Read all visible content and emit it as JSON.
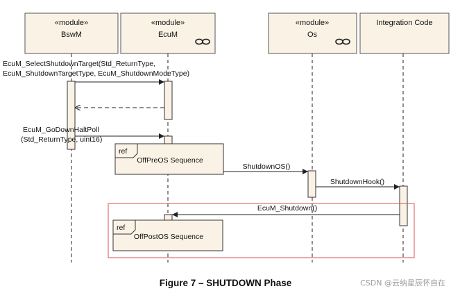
{
  "participants": [
    {
      "stereotype": "«module»",
      "name": "BswM",
      "component_icon": false
    },
    {
      "stereotype": "«module»",
      "name": "EcuM",
      "component_icon": true
    },
    {
      "stereotype": "«module»",
      "name": "Os",
      "component_icon": true
    },
    {
      "stereotype": "",
      "name": "Integration Code",
      "component_icon": false
    }
  ],
  "messages": {
    "select_target_line1": "EcuM_SelectShutdownTarget(Std_ReturnType,",
    "select_target_line2": "EcuM_ShutdownTargetType, EcuM_ShutdownModeType)",
    "go_down_line1": "EcuM_GoDownHaltPoll",
    "go_down_line2": "(Std_ReturnType, uint16)",
    "shutdown_os": "ShutdownOS()",
    "shutdown_hook": "ShutdownHook()",
    "ecum_shutdown": "EcuM_Shutdown()"
  },
  "fragments": {
    "offpre": {
      "tag": "ref",
      "title": "OffPreOS Sequence"
    },
    "offpost": {
      "tag": "ref",
      "title": "OffPostOS Sequence"
    }
  },
  "caption": "Figure 7 – SHUTDOWN Phase",
  "watermark": "CSDN @云纳星辰怀自在",
  "colors": {
    "box_fill": "#fbf2e6",
    "line": "#222222",
    "highlight_border": "#d9534f"
  }
}
